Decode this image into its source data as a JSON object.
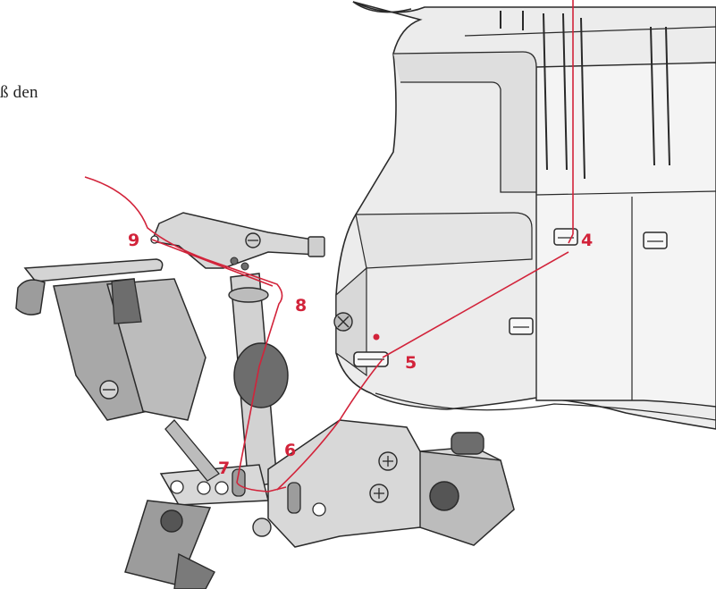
{
  "text_fragment": "ß den",
  "callouts": [
    "4",
    "5",
    "6",
    "7",
    "8",
    "9"
  ],
  "colors": {
    "thread": "#d2233a",
    "callout": "#d2233a",
    "machine_light": "#ececec",
    "machine_mid": "#cfcfcf",
    "metal_dark": "#6d6d6d",
    "outline": "#2a2a2a"
  }
}
